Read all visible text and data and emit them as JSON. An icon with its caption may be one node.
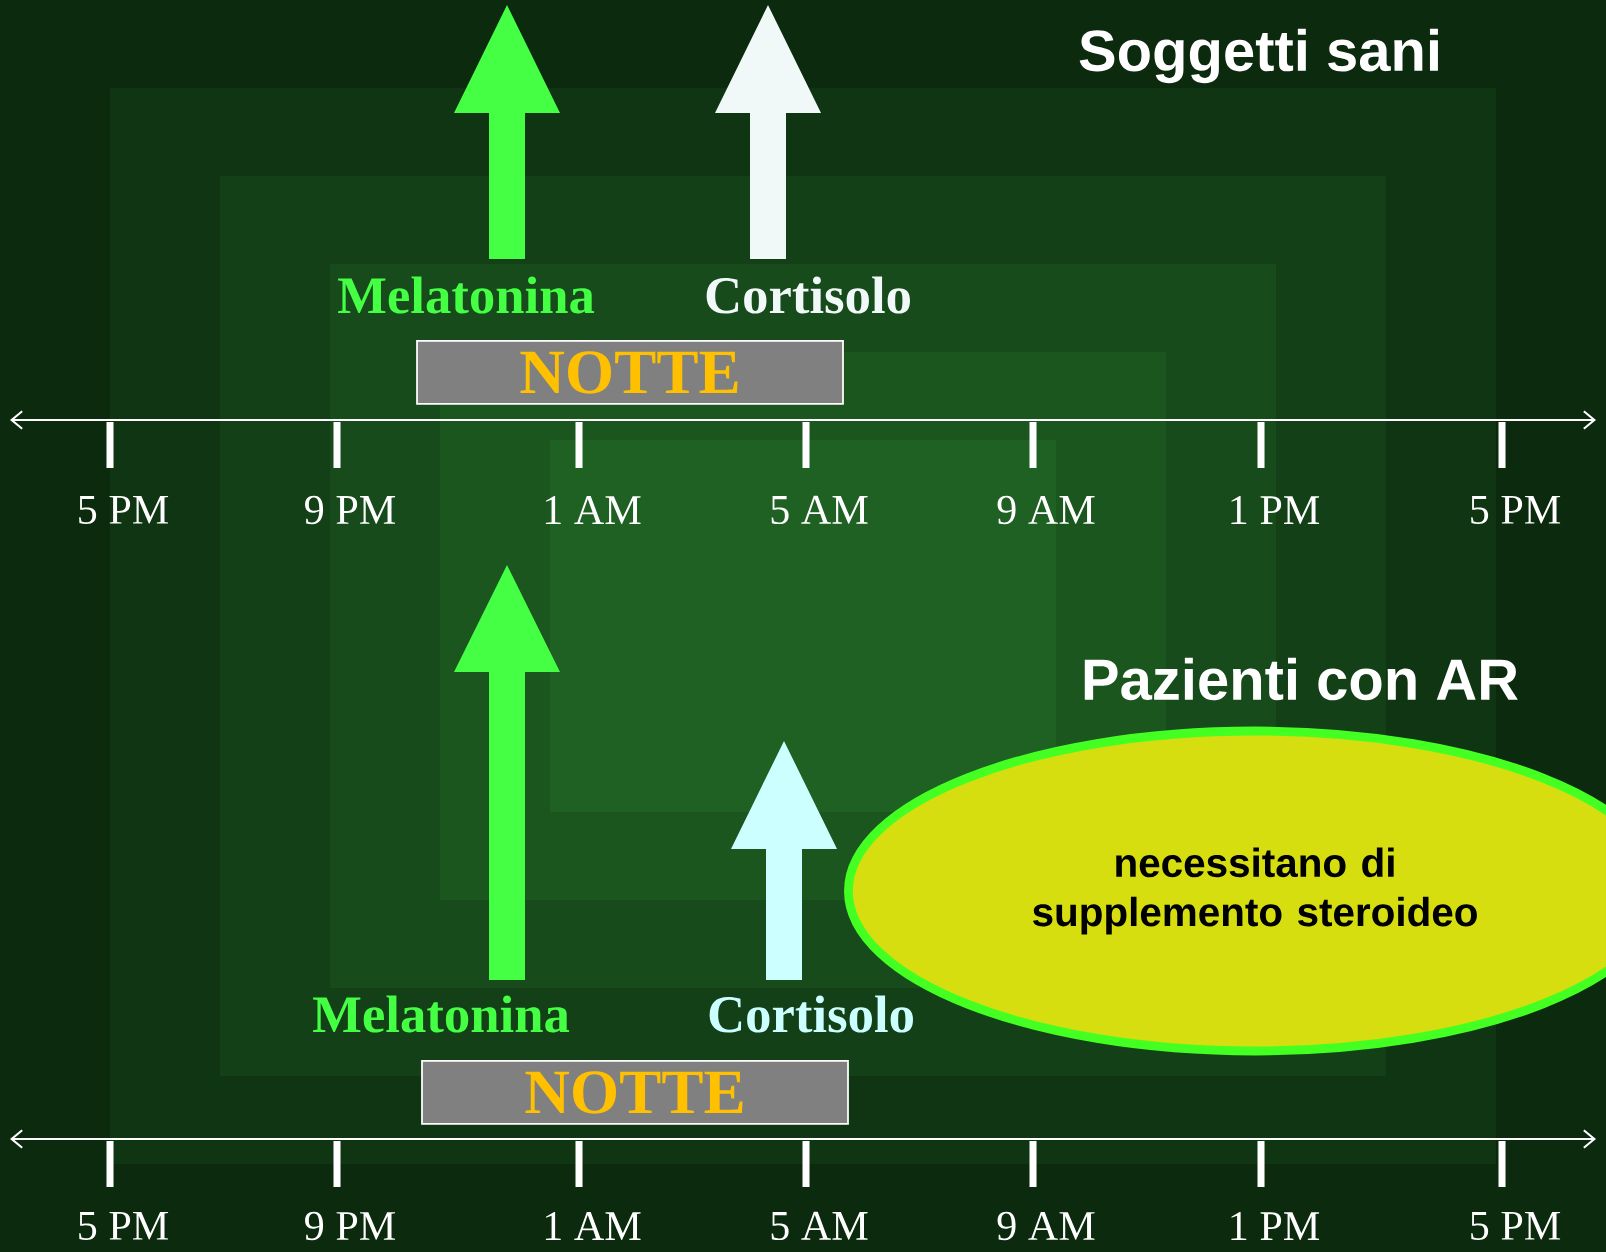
{
  "diagram": {
    "nodes": [
      {
        "text": [
          "NOTTE"
        ]
      },
      {
        "text": [
          "NOTTE"
        ]
      },
      {
        "text": [
          "necessitano di supplemento steroideo"
        ]
      }
    ],
    "labels": [
      "Soggetti sani",
      "Melatonina",
      "Cortisolo",
      "5 PM",
      "9 PM",
      "1 AM",
      "5 AM",
      "9 AM",
      "1 PM",
      "5 PM",
      "Pazienti con AR",
      "Melatonina",
      "Cortisolo",
      "5 PM",
      "9 PM",
      "1 AM",
      "5 AM",
      "9 AM",
      "1 PM",
      "5 PM"
    ]
  }
}
